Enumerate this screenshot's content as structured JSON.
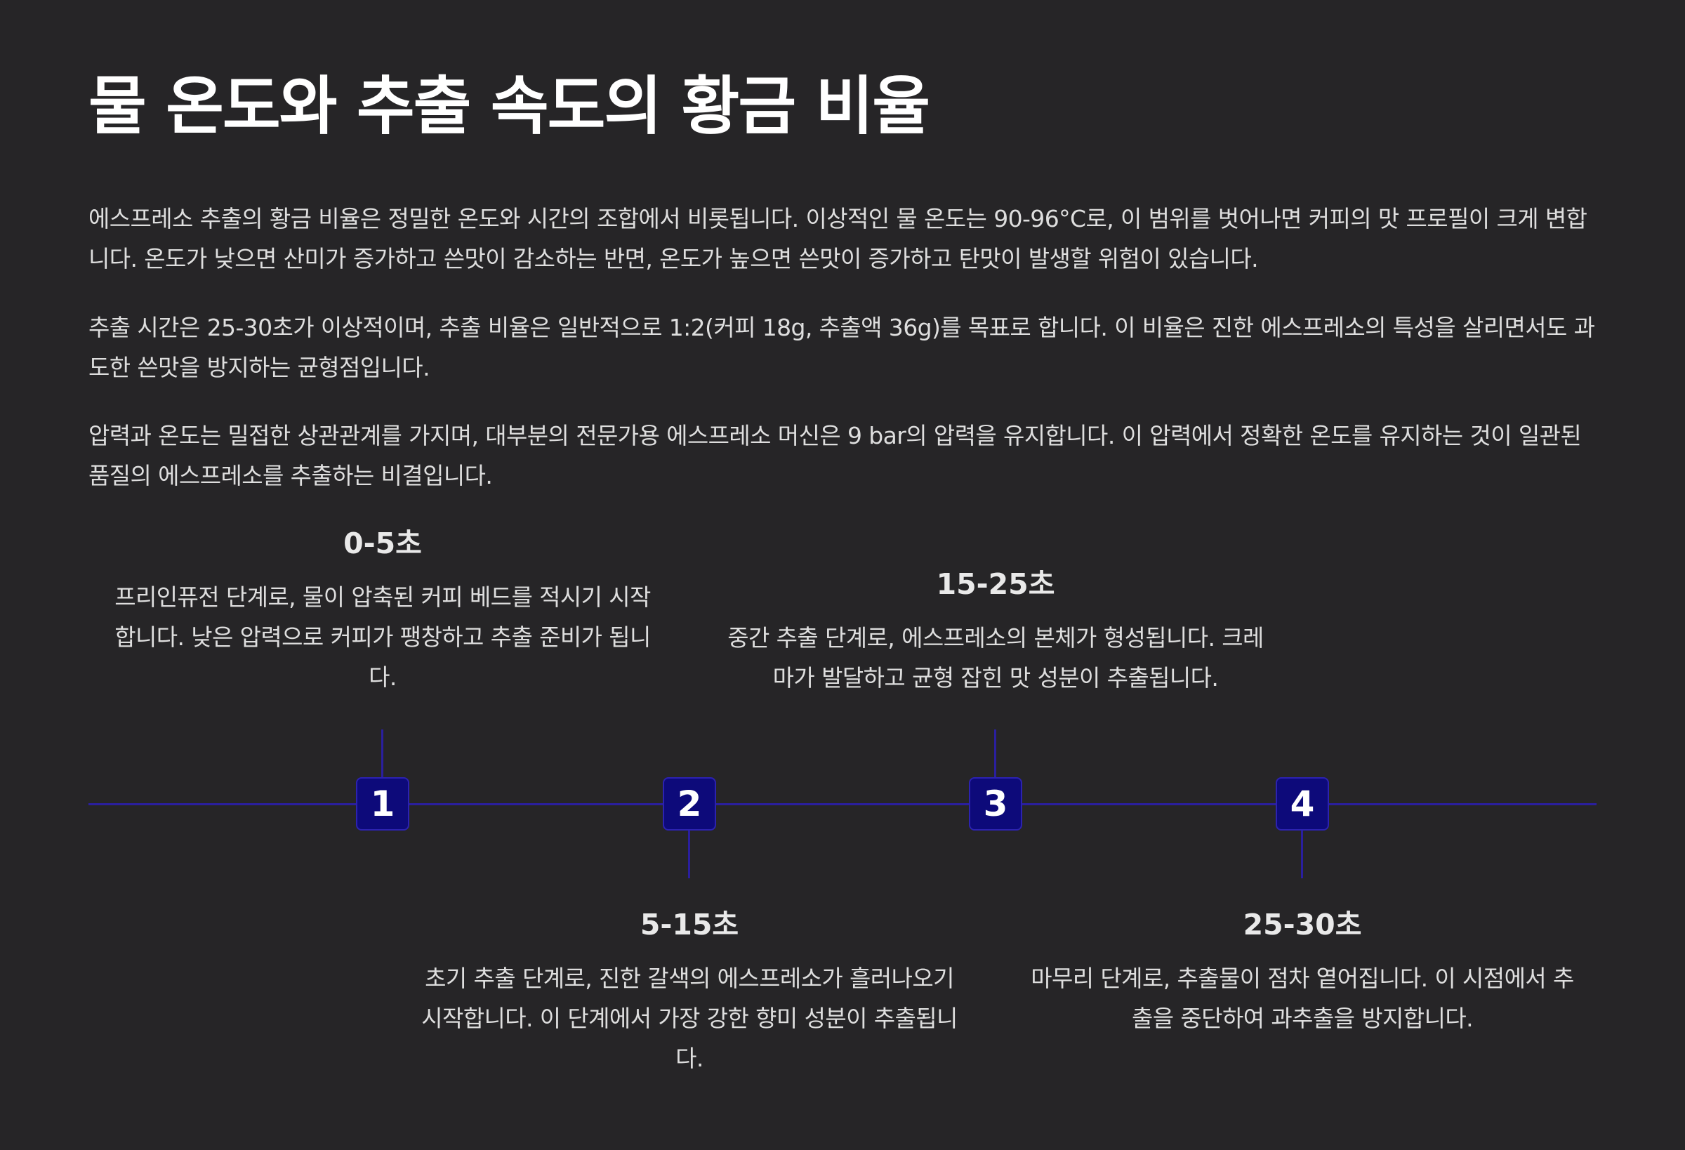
{
  "title": "물 온도와 추출 속도의 황금 비율",
  "paragraphs": [
    "에스프레소 추출의 황금 비율은 정밀한 온도와 시간의 조합에서 비롯됩니다. 이상적인 물 온도는 90-96°C로, 이 범위를 벗어나면 커피의 맛 프로필이 크게 변합니다. 온도가 낮으면 산미가 증가하고 쓴맛이 감소하는 반면, 온도가 높으면 쓴맛이 증가하고 탄맛이 발생할 위험이 있습니다.",
    "추출 시간은 25-30초가 이상적이며, 추출 비율은 일반적으로 1:2(커피 18g, 추출액 36g)를 목표로 합니다. 이 비율은 진한 에스프레소의 특성을 살리면서도 과도한 쓴맛을 방지하는 균형점입니다.",
    "압력과 온도는 밀접한 상관관계를 가지며, 대부분의 전문가용 에스프레소 머신은 9 bar의 압력을 유지합니다. 이 압력에서 정확한 온도를 유지하는 것이 일관된 품질의 에스프레소를 추출하는 비결입니다."
  ],
  "timeline": {
    "colors": {
      "line": "#2a1f9e",
      "marker_fill": "#0d0a7a",
      "marker_border": "#2c22b0"
    },
    "stages": [
      {
        "number": "1",
        "time": "0-5초",
        "description": "프리인퓨전 단계로, 물이 압축된 커피 베드를 적시기 시작합니다. 낮은 압력으로 커피가 팽창하고 추출 준비가 됩니다."
      },
      {
        "number": "2",
        "time": "5-15초",
        "description": "초기 추출 단계로, 진한 갈색의 에스프레소가 흘러나오기 시작합니다. 이 단계에서 가장 강한 향미 성분이 추출됩니다."
      },
      {
        "number": "3",
        "time": "15-25초",
        "description": "중간 추출 단계로, 에스프레소의 본체가 형성됩니다. 크레마가 발달하고 균형 잡힌 맛 성분이 추출됩니다."
      },
      {
        "number": "4",
        "time": "25-30초",
        "description": "마무리 단계로, 추출물이 점차 옅어집니다. 이 시점에서 추출을 중단하여 과추출을 방지합니다."
      }
    ]
  }
}
